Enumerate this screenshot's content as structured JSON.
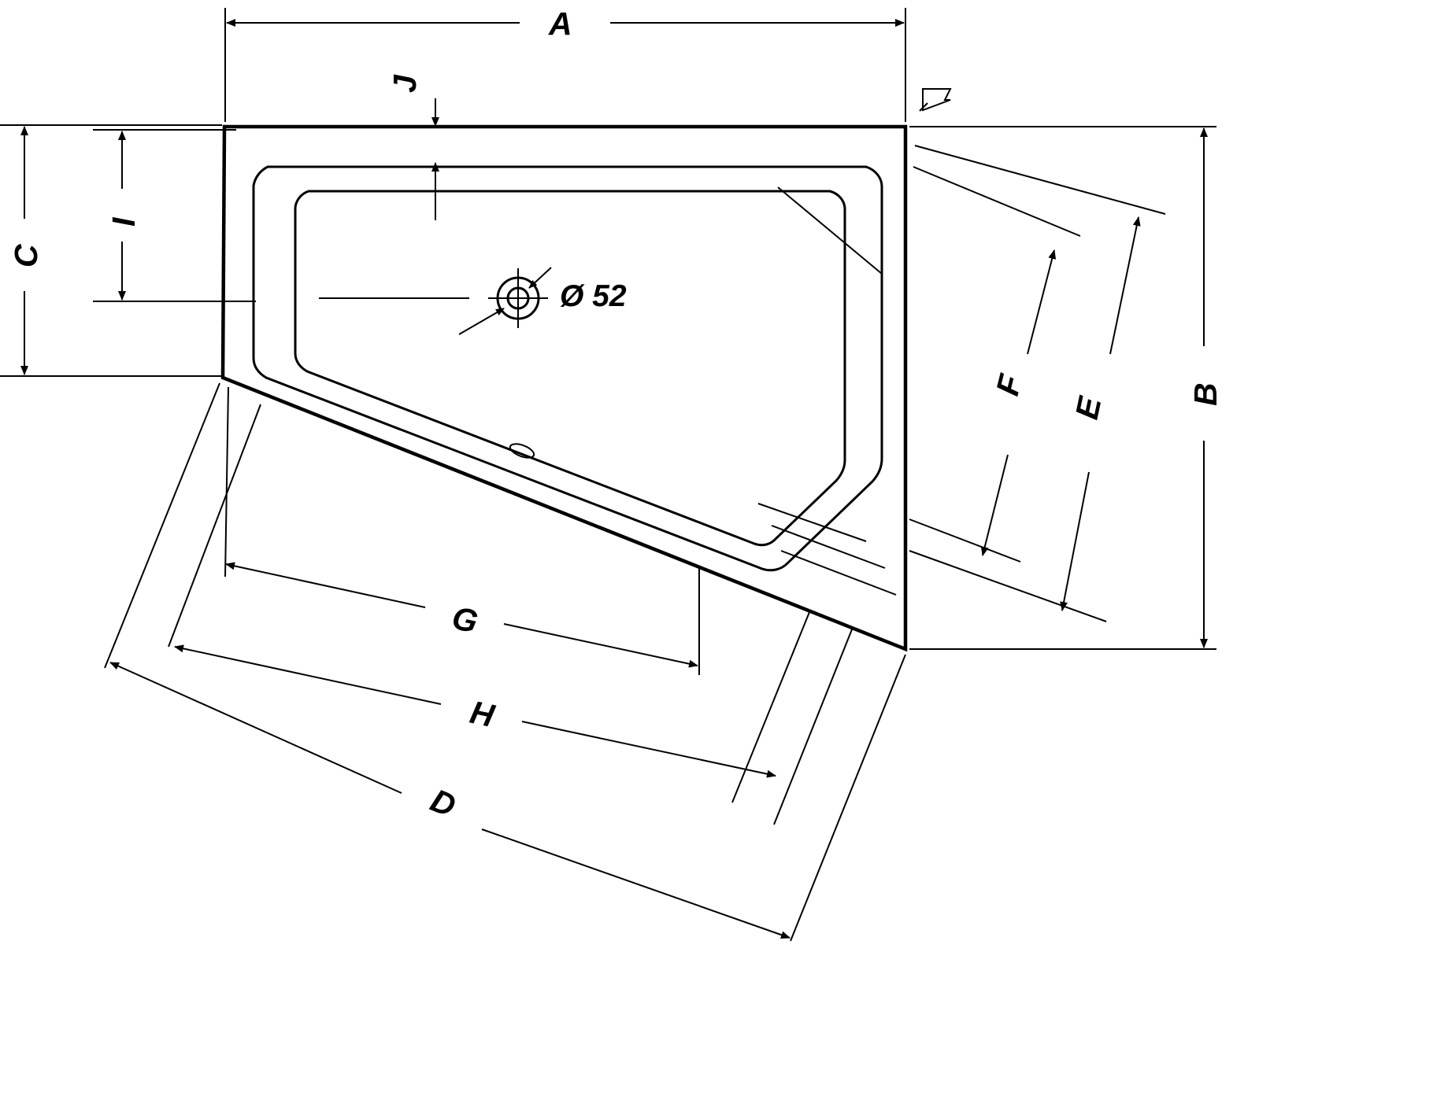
{
  "drawing": {
    "title": "Bathtub technical dimension drawing",
    "type": "engineering-dimension-drawing",
    "background": "#ffffff",
    "line_color": "#000000",
    "labels": {
      "a": "A",
      "b": "B",
      "c": "C",
      "d": "D",
      "e": "E",
      "f": "F",
      "g": "G",
      "h": "H",
      "i": "I",
      "j": "J",
      "diameter": "Ø 52"
    },
    "annotations": {
      "drain_diameter_note": "Ø 52",
      "corner_marker": "flag-arrow-symbol"
    },
    "dimension_list": [
      {
        "id": "A",
        "orientation": "horizontal",
        "position": "top",
        "description": "overall width"
      },
      {
        "id": "B",
        "orientation": "vertical",
        "position": "right",
        "description": "overall depth"
      },
      {
        "id": "C",
        "orientation": "vertical",
        "position": "left-outer",
        "description": "left side height"
      },
      {
        "id": "I",
        "orientation": "vertical",
        "position": "left-inner",
        "description": "inner left height"
      },
      {
        "id": "J",
        "orientation": "vertical",
        "position": "top-center",
        "description": "rim width at top"
      },
      {
        "id": "D",
        "orientation": "diagonal",
        "position": "lower-left-outer",
        "description": "full diagonal length"
      },
      {
        "id": "H",
        "orientation": "diagonal",
        "position": "lower-left-middle",
        "description": "middle diagonal length"
      },
      {
        "id": "G",
        "orientation": "diagonal",
        "position": "lower-left-inner",
        "description": "inner diagonal length"
      },
      {
        "id": "E",
        "orientation": "diagonal",
        "position": "right-outer",
        "description": "outer right diagonal"
      },
      {
        "id": "F",
        "orientation": "diagonal",
        "position": "right-inner",
        "description": "inner right diagonal"
      }
    ]
  }
}
